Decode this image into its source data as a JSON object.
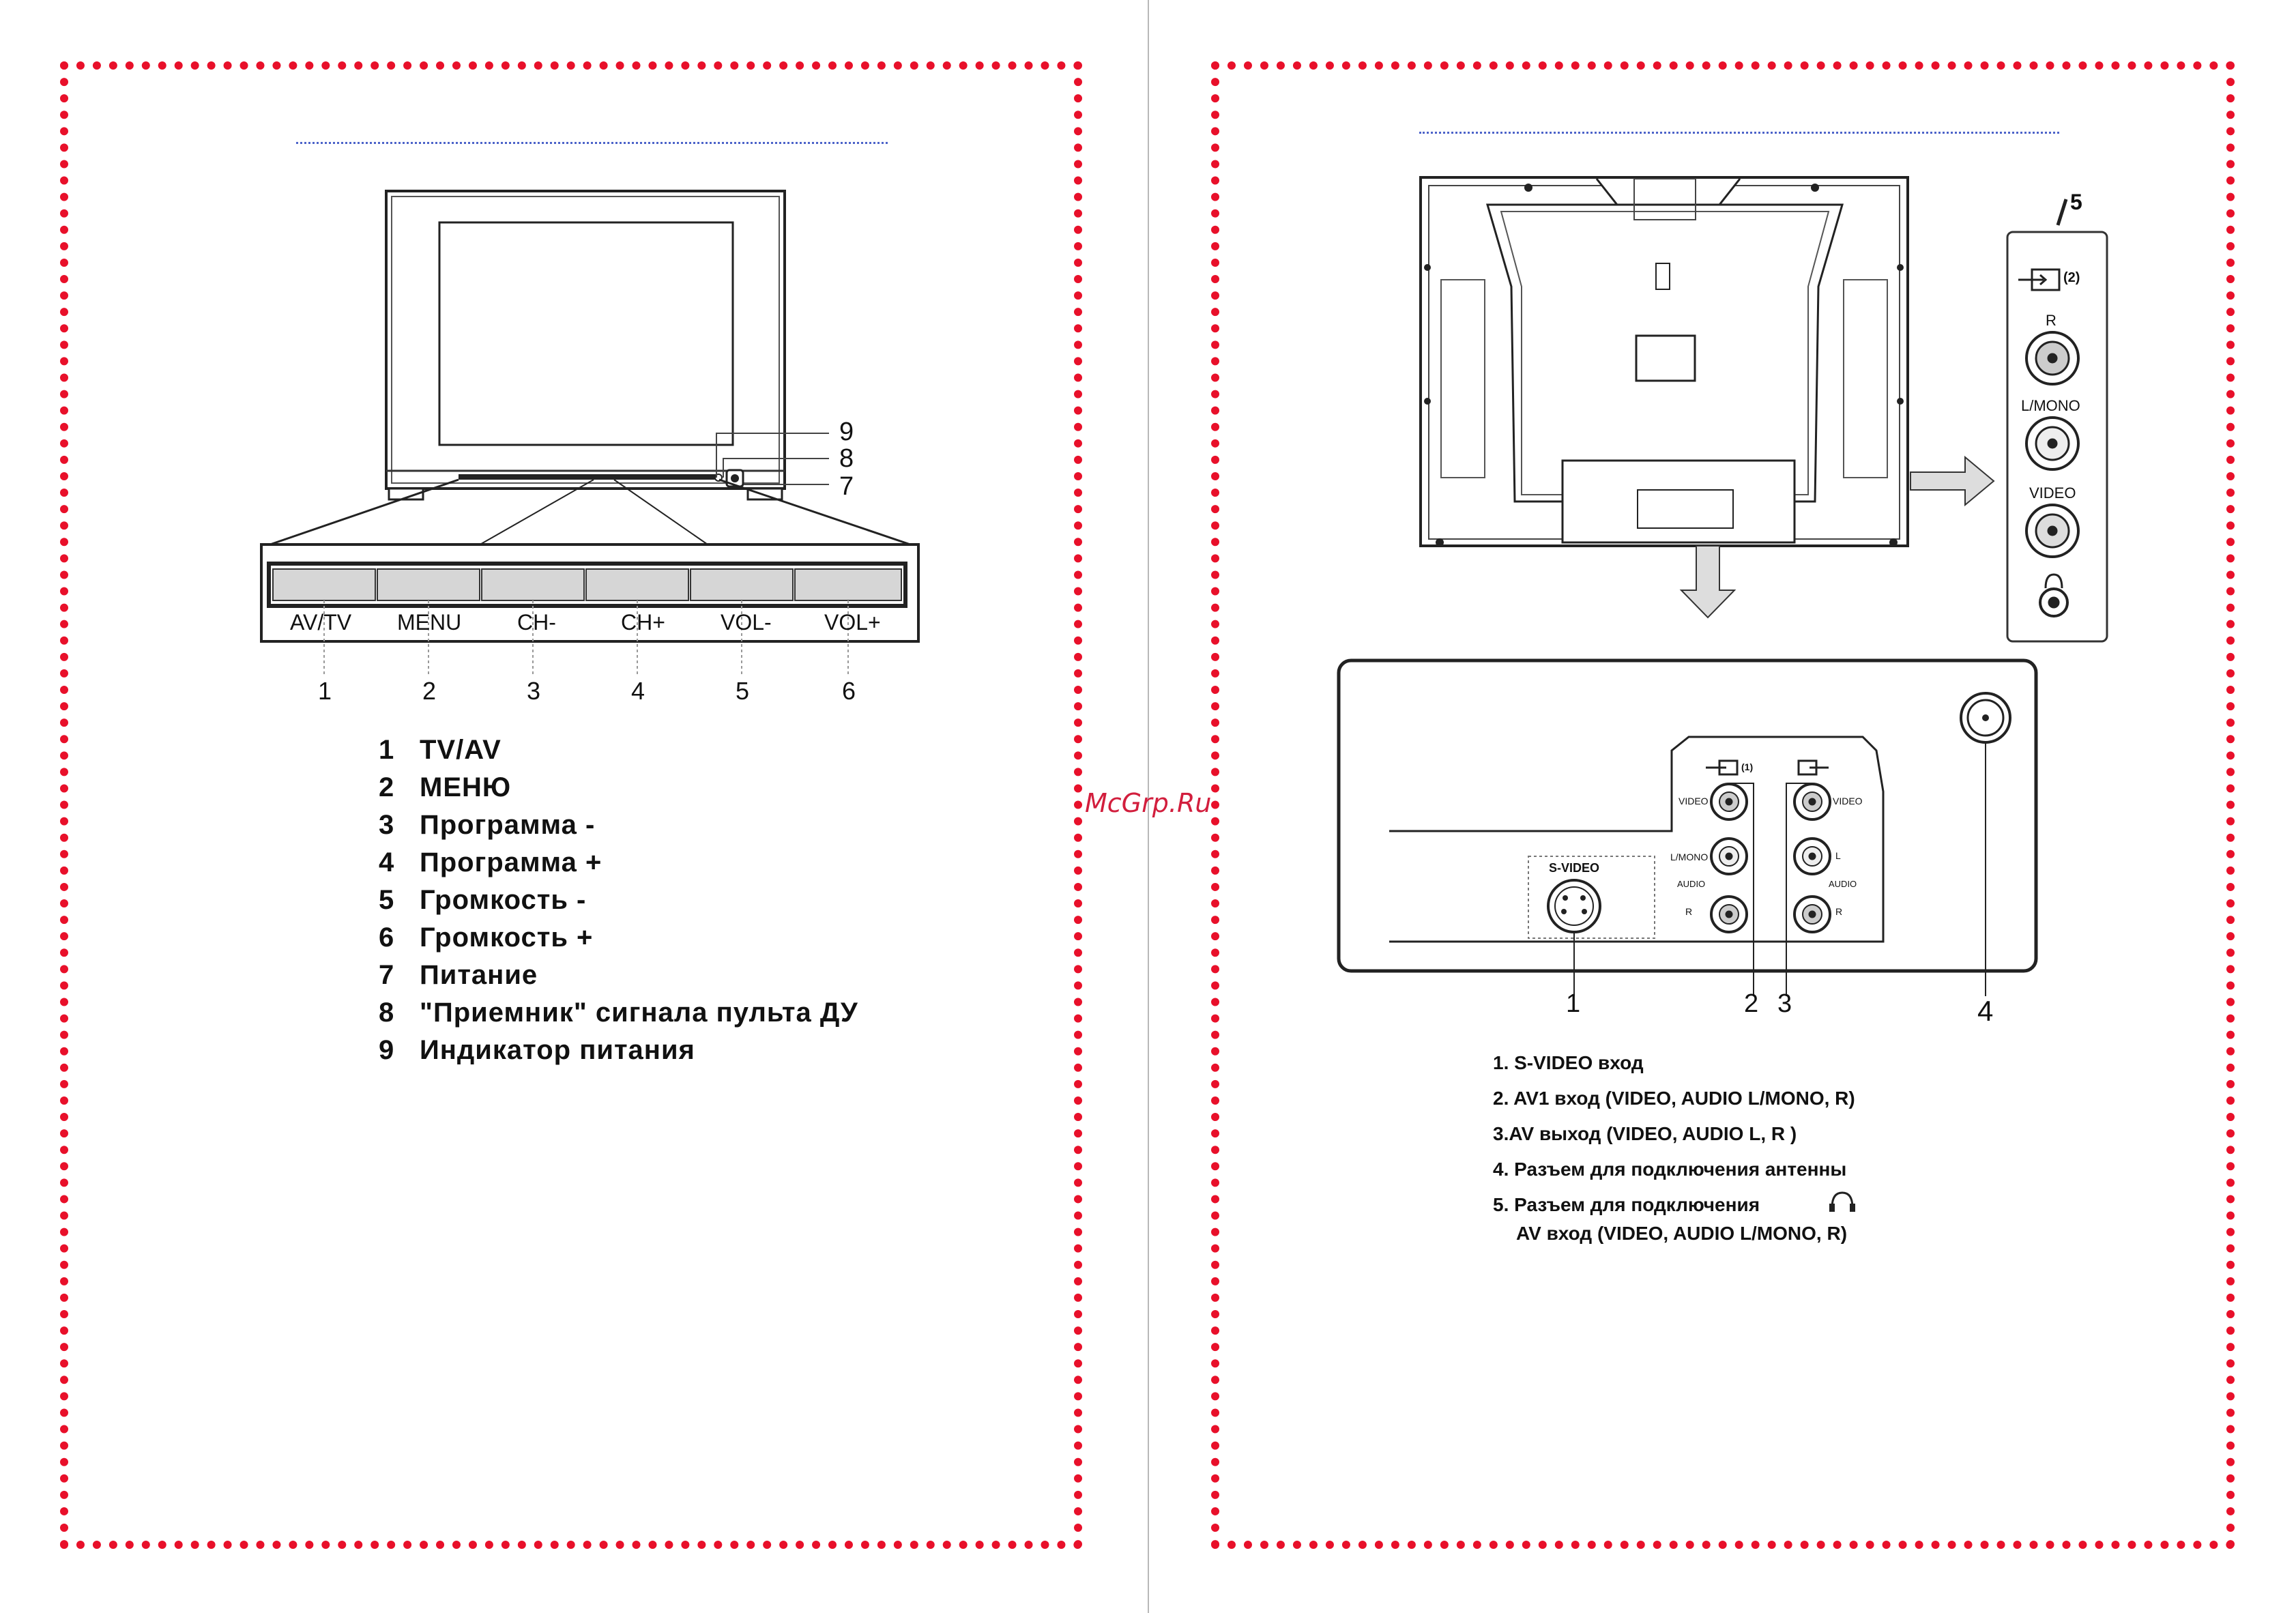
{
  "watermark": "McGrp.Ru",
  "front_panel": {
    "buttons": [
      "AV/TV",
      "MENU",
      "CH-",
      "CH+",
      "VOL-",
      "VOL+"
    ],
    "button_numbers": [
      "1",
      "2",
      "3",
      "4",
      "5",
      "6"
    ],
    "tv_callouts": [
      "9",
      "8",
      "7"
    ]
  },
  "front_legend": [
    {
      "num": "1",
      "text": "TV/AV"
    },
    {
      "num": "2",
      "text": "МЕНЮ"
    },
    {
      "num": "3",
      "text": "Программа -"
    },
    {
      "num": "4",
      "text": "Программа +"
    },
    {
      "num": "5",
      "text": "Громкость -"
    },
    {
      "num": "6",
      "text": "Громкость +"
    },
    {
      "num": "7",
      "text": "Питание"
    },
    {
      "num": "8",
      "text": "\"Приемник\" сигнала пульта ДУ"
    },
    {
      "num": "9",
      "text": "Индикатор питания"
    }
  ],
  "side_panel": {
    "callout": "5",
    "input_label": "(2)",
    "jacks": [
      "R",
      "L/MONO",
      "VIDEO"
    ]
  },
  "rear_panel": {
    "svideo_label": "S-VIDEO",
    "av_in_label": "(1)",
    "av1_jacks": [
      "VIDEO",
      "L/MONO",
      "AUDIO",
      "R"
    ],
    "av_out_jacks": [
      "VIDEO",
      "L",
      "AUDIO",
      "R"
    ],
    "callouts": [
      "1",
      "2",
      "3",
      "4"
    ]
  },
  "rear_legend": [
    "1. S-VIDEO вход",
    "2. AV1 вход  (VIDEO, AUDIO L/MONO, R)",
    "3.AV выход  (VIDEO, AUDIO L, R )",
    "4. Разъем для подключения антенны",
    "5. Разъем для подключения",
    "AV   вход  (VIDEO, AUDIO L/MONO, R)"
  ]
}
